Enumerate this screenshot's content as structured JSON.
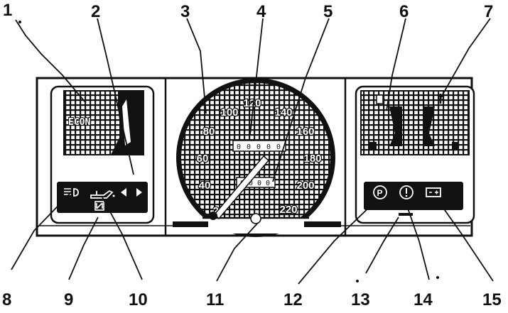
{
  "callouts": [
    "1",
    "2",
    "3",
    "4",
    "5",
    "6",
    "7",
    "8",
    "9",
    "10",
    "11",
    "12",
    "13",
    "14",
    "15"
  ],
  "speed_scale": [
    "20",
    "40",
    "60",
    "80",
    "100",
    "120",
    "140",
    "160",
    "180",
    "200",
    "220"
  ],
  "econ_label": "ECON",
  "odometer_digits": [
    "0",
    "0",
    "0",
    "0",
    "0"
  ],
  "trip_digits": [
    "0",
    "0",
    "0",
    "0"
  ],
  "warning_icons": {
    "left": [
      "headlamp-icon",
      "choke-icon",
      "oil-can-icon",
      "turn-signal-icon"
    ],
    "right": [
      "parking-brake-icon",
      "brake-warning-icon",
      "battery-icon"
    ],
    "gauges": [
      "fuel-pump-icon",
      "coolant-temperature-icon"
    ]
  }
}
